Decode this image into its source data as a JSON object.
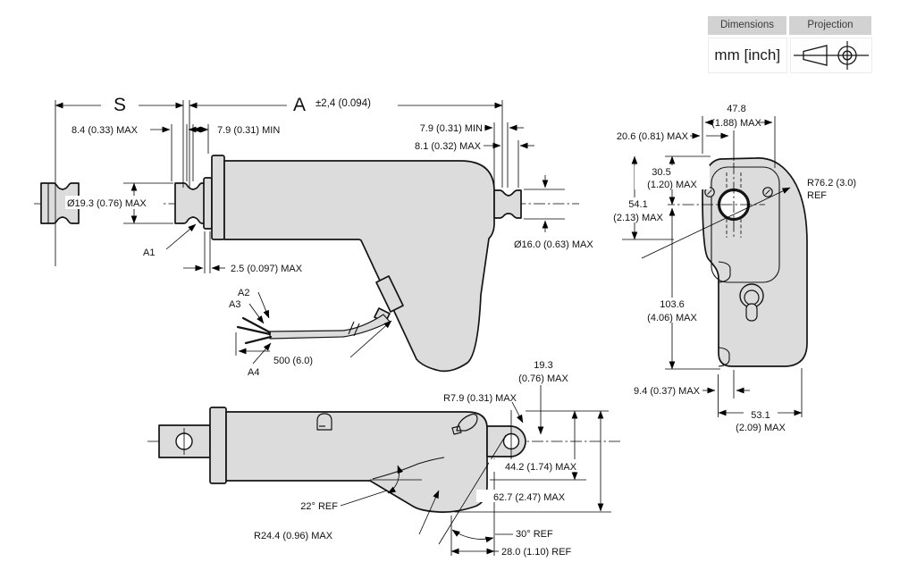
{
  "legend": {
    "dimensions_label": "Dimensions",
    "projection_label": "Projection",
    "units_value": "mm [inch]"
  },
  "colors": {
    "body_fill": "#dcdcdc",
    "line": "#141414"
  },
  "main_view": {
    "stroke_dim": "S",
    "length_dim": "A",
    "length_tolerance": "±2,4 (0.094)",
    "front_clearance_max": "8.4 (0.33) MAX",
    "front_clearance_min": "7.9 (0.31) MIN",
    "rear_clearance_min": "7.9 (0.31) MIN",
    "rear_clearance_max": "8.1 (0.32) MAX",
    "rod_end_diameter": "Ø19.3 (0.76) MAX",
    "ring_thickness": "2.5 (0.097) MAX",
    "rear_pin_diameter": "Ø16.0 (0.63) MAX",
    "cable_length": "500 (6.0)",
    "callout_a1": "A1",
    "callout_a2": "A2",
    "callout_a3": "A3",
    "callout_a4": "A4"
  },
  "side_view": {
    "overall_width_value": "47.8",
    "overall_width_max": "(1.88) MAX",
    "center_offset": "20.6 (0.81) MAX",
    "head_depth_value": "30.5",
    "head_depth_max": "(1.20) MAX",
    "flange_depth_value": "54.1",
    "flange_depth_max": "(2.13) MAX",
    "body_length_value": "103.6",
    "body_length_max": "(4.06) MAX",
    "side_radius_value": "R76.2 (3.0)",
    "side_radius_ref": "REF",
    "base_offset": "9.4 (0.37) MAX",
    "base_width_value": "53.1",
    "base_width_max": "(2.09) MAX"
  },
  "bottom_view": {
    "eye_diameter_value": "19.3",
    "eye_diameter_max": "(0.76) MAX",
    "eye_radius": "R7.9 (0.31) MAX",
    "housing_width": "44.2 (1.74) MAX",
    "overall_height": "62.7 (2.47) MAX",
    "grip_angle": "22° REF",
    "grip_radius": "R24.4 (0.96) MAX",
    "rear_angle": "30° REF",
    "rear_offset": "28.0 (1.10) REF"
  }
}
